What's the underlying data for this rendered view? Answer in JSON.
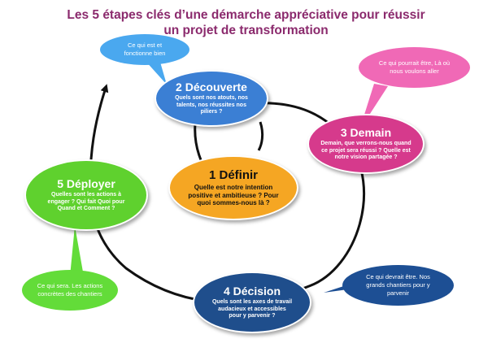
{
  "title": {
    "line1": "Les 5 étapes clés d’une démarche appréciative pour réussir",
    "line2": "un projet de transformation"
  },
  "stages": {
    "definir": {
      "title": "1 Définir",
      "text": "Quelle est notre intention positive et ambitieuse ? Pour quoi sommes-nous là ?",
      "color": "#f5a623"
    },
    "decouverte": {
      "title": "2 Découverte",
      "text": "Quels sont nos atouts, nos talents, nos réussites nos piliers ?",
      "color": "#3b7fd4"
    },
    "demain": {
      "title": "3 Demain",
      "text": "Demain, que verrons-nous quand ce projet sera réussi ? Quelle est notre vision partagée ?",
      "color": "#d63a8c"
    },
    "decision": {
      "title": "4 Décision",
      "text": "Quels sont les axes de travail audacieux et accessibles pour y parvenir ?",
      "color": "#1f4e8c"
    },
    "deployer": {
      "title": "5 Déployer",
      "text": "Quelles sont les actions à engager ? Qui fait Quoi pour Quand et Comment ?",
      "color": "#5fd12e"
    }
  },
  "bubbles": {
    "decouverte": {
      "text": "Ce qui est et fonctionne bien",
      "color": "#4aa8ef"
    },
    "demain": {
      "text": "Ce qui pourrait être, Là où nous voulons aller",
      "color": "#f069b6"
    },
    "decision": {
      "text": "Ce qui devrait être. Nos grands chantiers pour y parvenir",
      "color": "#1d4f94"
    },
    "deployer": {
      "text": "Ce qui sera. Les actions concrètes des chantiers",
      "color": "#63dc39"
    }
  }
}
